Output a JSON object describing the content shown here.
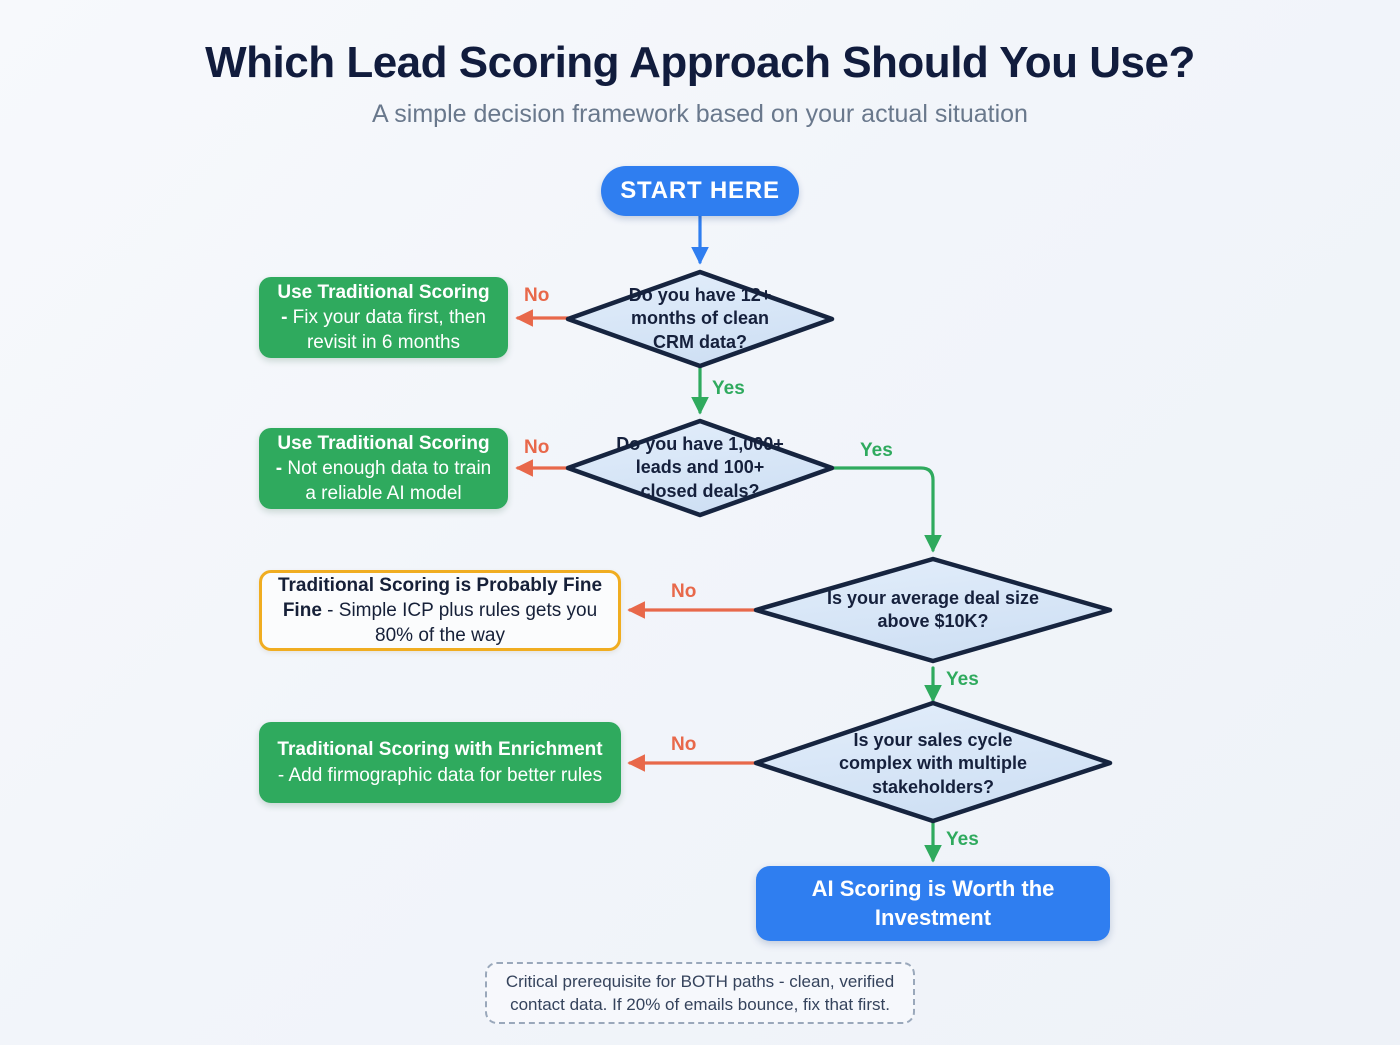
{
  "header": {
    "title": "Which Lead Scoring Approach Should You Use?",
    "subtitle": "A simple decision framework based on your actual situation"
  },
  "colors": {
    "background": "#f2f5fa",
    "blue": "#2f7ef0",
    "green": "#2faa5e",
    "orange": "#e8684a",
    "amber": "#f0ad21",
    "diamond_fill": "#dce9f7",
    "diamond_stroke": "#16243f",
    "title_text": "#111c3d",
    "subtitle_text": "#69788c"
  },
  "start_node": {
    "label": "START HERE"
  },
  "decisions": [
    {
      "id": "d1",
      "lines": [
        "Do you have 12+",
        "months of clean",
        "CRM data?"
      ]
    },
    {
      "id": "d2",
      "lines": [
        "Do you have 1,000+",
        "leads and 100+",
        "closed deals?"
      ]
    },
    {
      "id": "d3",
      "lines": [
        "Is your average deal size",
        "above $10K?"
      ]
    },
    {
      "id": "d4",
      "lines": [
        "Is your sales cycle",
        "complex with multiple",
        "stakeholders?"
      ]
    }
  ],
  "outcomes": [
    {
      "id": "o1",
      "style": "green",
      "bold": "Use Traditional Scoring -",
      "rest": "Fix your data first, then revisit in 6 months"
    },
    {
      "id": "o2",
      "style": "green",
      "bold": "Use Traditional Scoring -",
      "rest": "Not enough data to train a reliable AI model"
    },
    {
      "id": "o3",
      "style": "amber",
      "bold": "Traditional Scoring is Probably Fine Fine",
      "rest": "- Simple ICP plus rules gets you 80% of the way"
    },
    {
      "id": "o4",
      "style": "green",
      "bold": "Traditional Scoring with Enrichment",
      "rest": "- Add firmographic data for better rules"
    }
  ],
  "final_node": {
    "label": "AI Scoring is Worth the Investment"
  },
  "edge_labels": {
    "no": "No",
    "yes": "Yes"
  },
  "footer": {
    "note": "Critical prerequisite for BOTH paths - clean, verified contact data. If 20% of emails bounce, fix that first."
  }
}
